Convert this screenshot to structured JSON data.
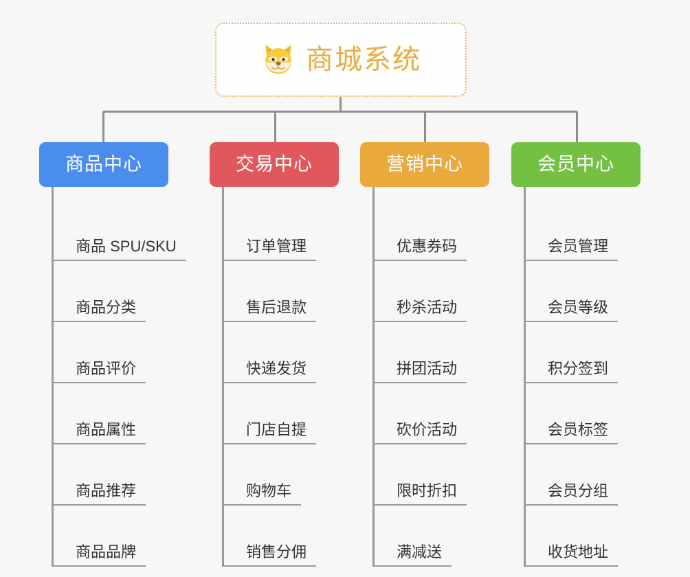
{
  "root": {
    "title": "商城系统",
    "icon": "shiba-dog-face-icon",
    "border_color": "#eeb34a",
    "text_color": "#e8ad42"
  },
  "connector_color": "#8f8f8f",
  "branches": [
    {
      "label": "商品中心",
      "color": "#4a8ded",
      "items": [
        "商品 SPU/SKU",
        "商品分类",
        "商品评价",
        "商品属性",
        "商品推荐",
        "商品品牌"
      ]
    },
    {
      "label": "交易中心",
      "color": "#e1585c",
      "items": [
        "订单管理",
        "售后退款",
        "快递发货",
        "门店自提",
        "购物车",
        "销售分佣"
      ]
    },
    {
      "label": "营销中心",
      "color": "#eaa93d",
      "items": [
        "优惠券码",
        "秒杀活动",
        "拼团活动",
        "砍价活动",
        "限时折扣",
        "满减送"
      ]
    },
    {
      "label": "会员中心",
      "color": "#74c043",
      "items": [
        "会员管理",
        "会员等级",
        "积分签到",
        "会员标签",
        "会员分组",
        "收货地址"
      ]
    }
  ]
}
